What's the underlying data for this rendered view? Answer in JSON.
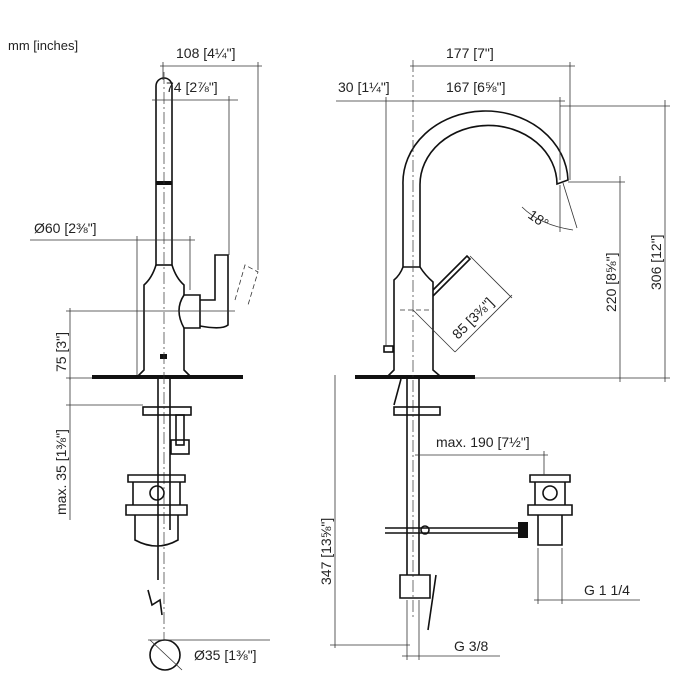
{
  "units_label": "mm [inches]",
  "side_view": {
    "dims": {
      "reach_total": "108 [4¼\"]",
      "reach_spout": "74 [2⅞\"]",
      "base_diameter": "Ø60 [2⅜\"]",
      "handle_height": "75 [3\"]",
      "max_thickness": "max. 35 [1⅜\"]",
      "hole_diameter": "Ø35 [1⅜\"]"
    }
  },
  "front_view": {
    "dims": {
      "total_width": "177 [7\"]",
      "offset": "30 [1¼\"]",
      "spout_reach": "167 [6⅝\"]",
      "total_height": "306 [12\"]",
      "outlet_height": "220 [8⅝\"]",
      "swivel_angle": "18°",
      "lever_length": "85 [3⅜\"]",
      "max_reach_drain": "max. 190 [7½\"]",
      "overall_length": "347 [13⅝\"]",
      "drain_thread": "G 1 1/4",
      "supply_thread": "G 3/8"
    }
  }
}
